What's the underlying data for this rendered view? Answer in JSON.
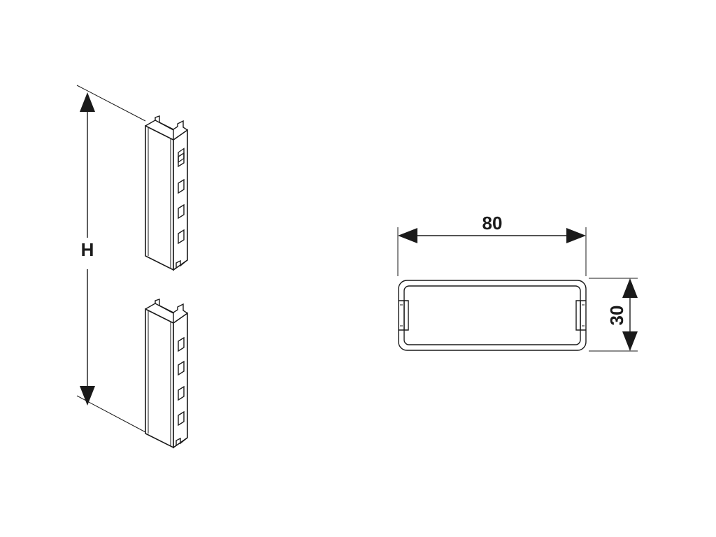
{
  "labels": {
    "height": "H",
    "width": "80",
    "depth": "30"
  },
  "colors": {
    "line": "#1a1a1a",
    "background": "#ffffff"
  }
}
